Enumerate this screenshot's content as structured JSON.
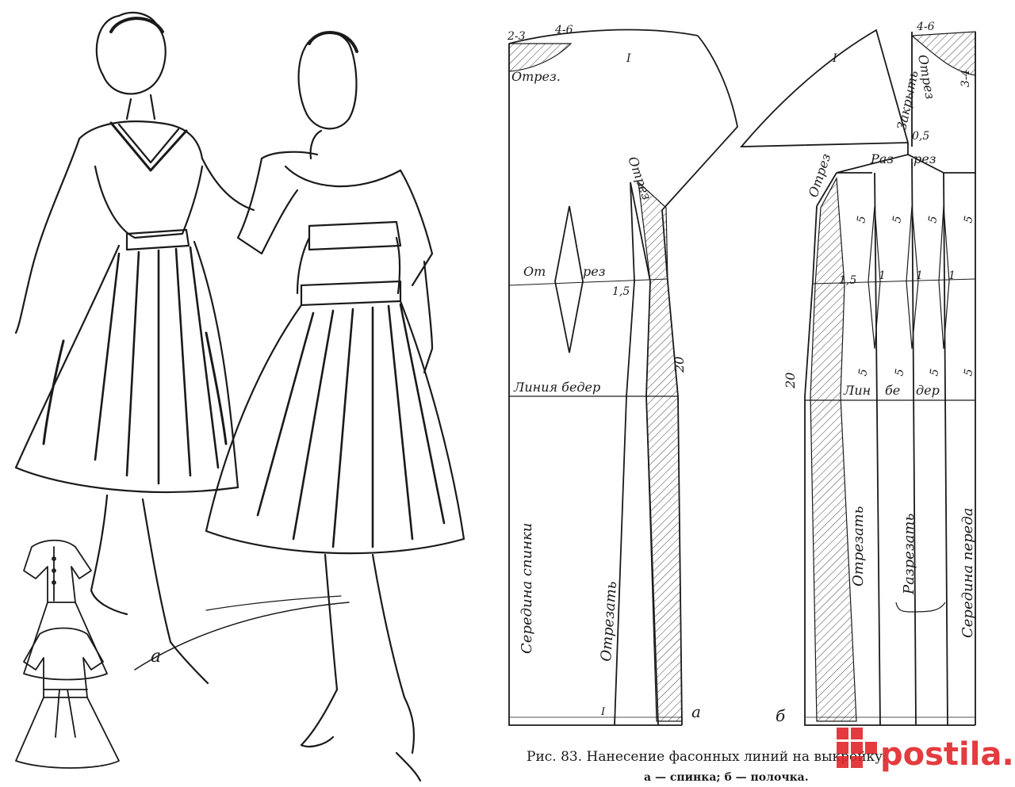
{
  "figure": {
    "caption_main": "Рис. 83. Нанесение фасонных линий на выкройку:",
    "caption_sub": "а — спинка; б — полочка.",
    "illustration_letter": "а"
  },
  "back_pattern": {
    "letter": "а",
    "neck_offset_1": "2-3",
    "neck_offset_2": "4-6",
    "mark_1": "I",
    "neck_cut": "Отрез.",
    "shoulder_cut": "Отрез",
    "waist_cut_left": "От",
    "waist_cut_right": "рез",
    "waist_value": "1,5",
    "hip_line": "Линия бедер",
    "hip_value": "20",
    "side_cut": "Отрезать",
    "center_back": "Середина спинки",
    "hem_mark": "I"
  },
  "front_pattern": {
    "letter": "б",
    "mark_1": "I",
    "close_dart": "Закрыть",
    "neck_offset": "4-6",
    "neck_cut": "Отрез",
    "neck_offset_2": "3-4",
    "yoke_value": "0,5",
    "yoke_cut_1": "Раз",
    "yoke_cut_2": "рез",
    "shoulder_cut": "Отрез",
    "dart_5a": "5",
    "dart_5b": "5",
    "dart_5c": "5",
    "dart_5d": "5",
    "waist_value": "1,5",
    "waist_1a": "1",
    "waist_1b": "1",
    "waist_1c": "1",
    "hip_value": "20",
    "hip_5a": "5",
    "hip_5b": "5",
    "hip_5c": "5",
    "hip_5d": "5",
    "hip_line_1": "Лин",
    "hip_line_2": "бе",
    "hip_line_3": "дер",
    "side_cut": "Отрезать",
    "slash": "Разрезать",
    "center_front": "Середина переда"
  },
  "watermark": {
    "text": "postila.ru",
    "color": "#e0262b"
  }
}
